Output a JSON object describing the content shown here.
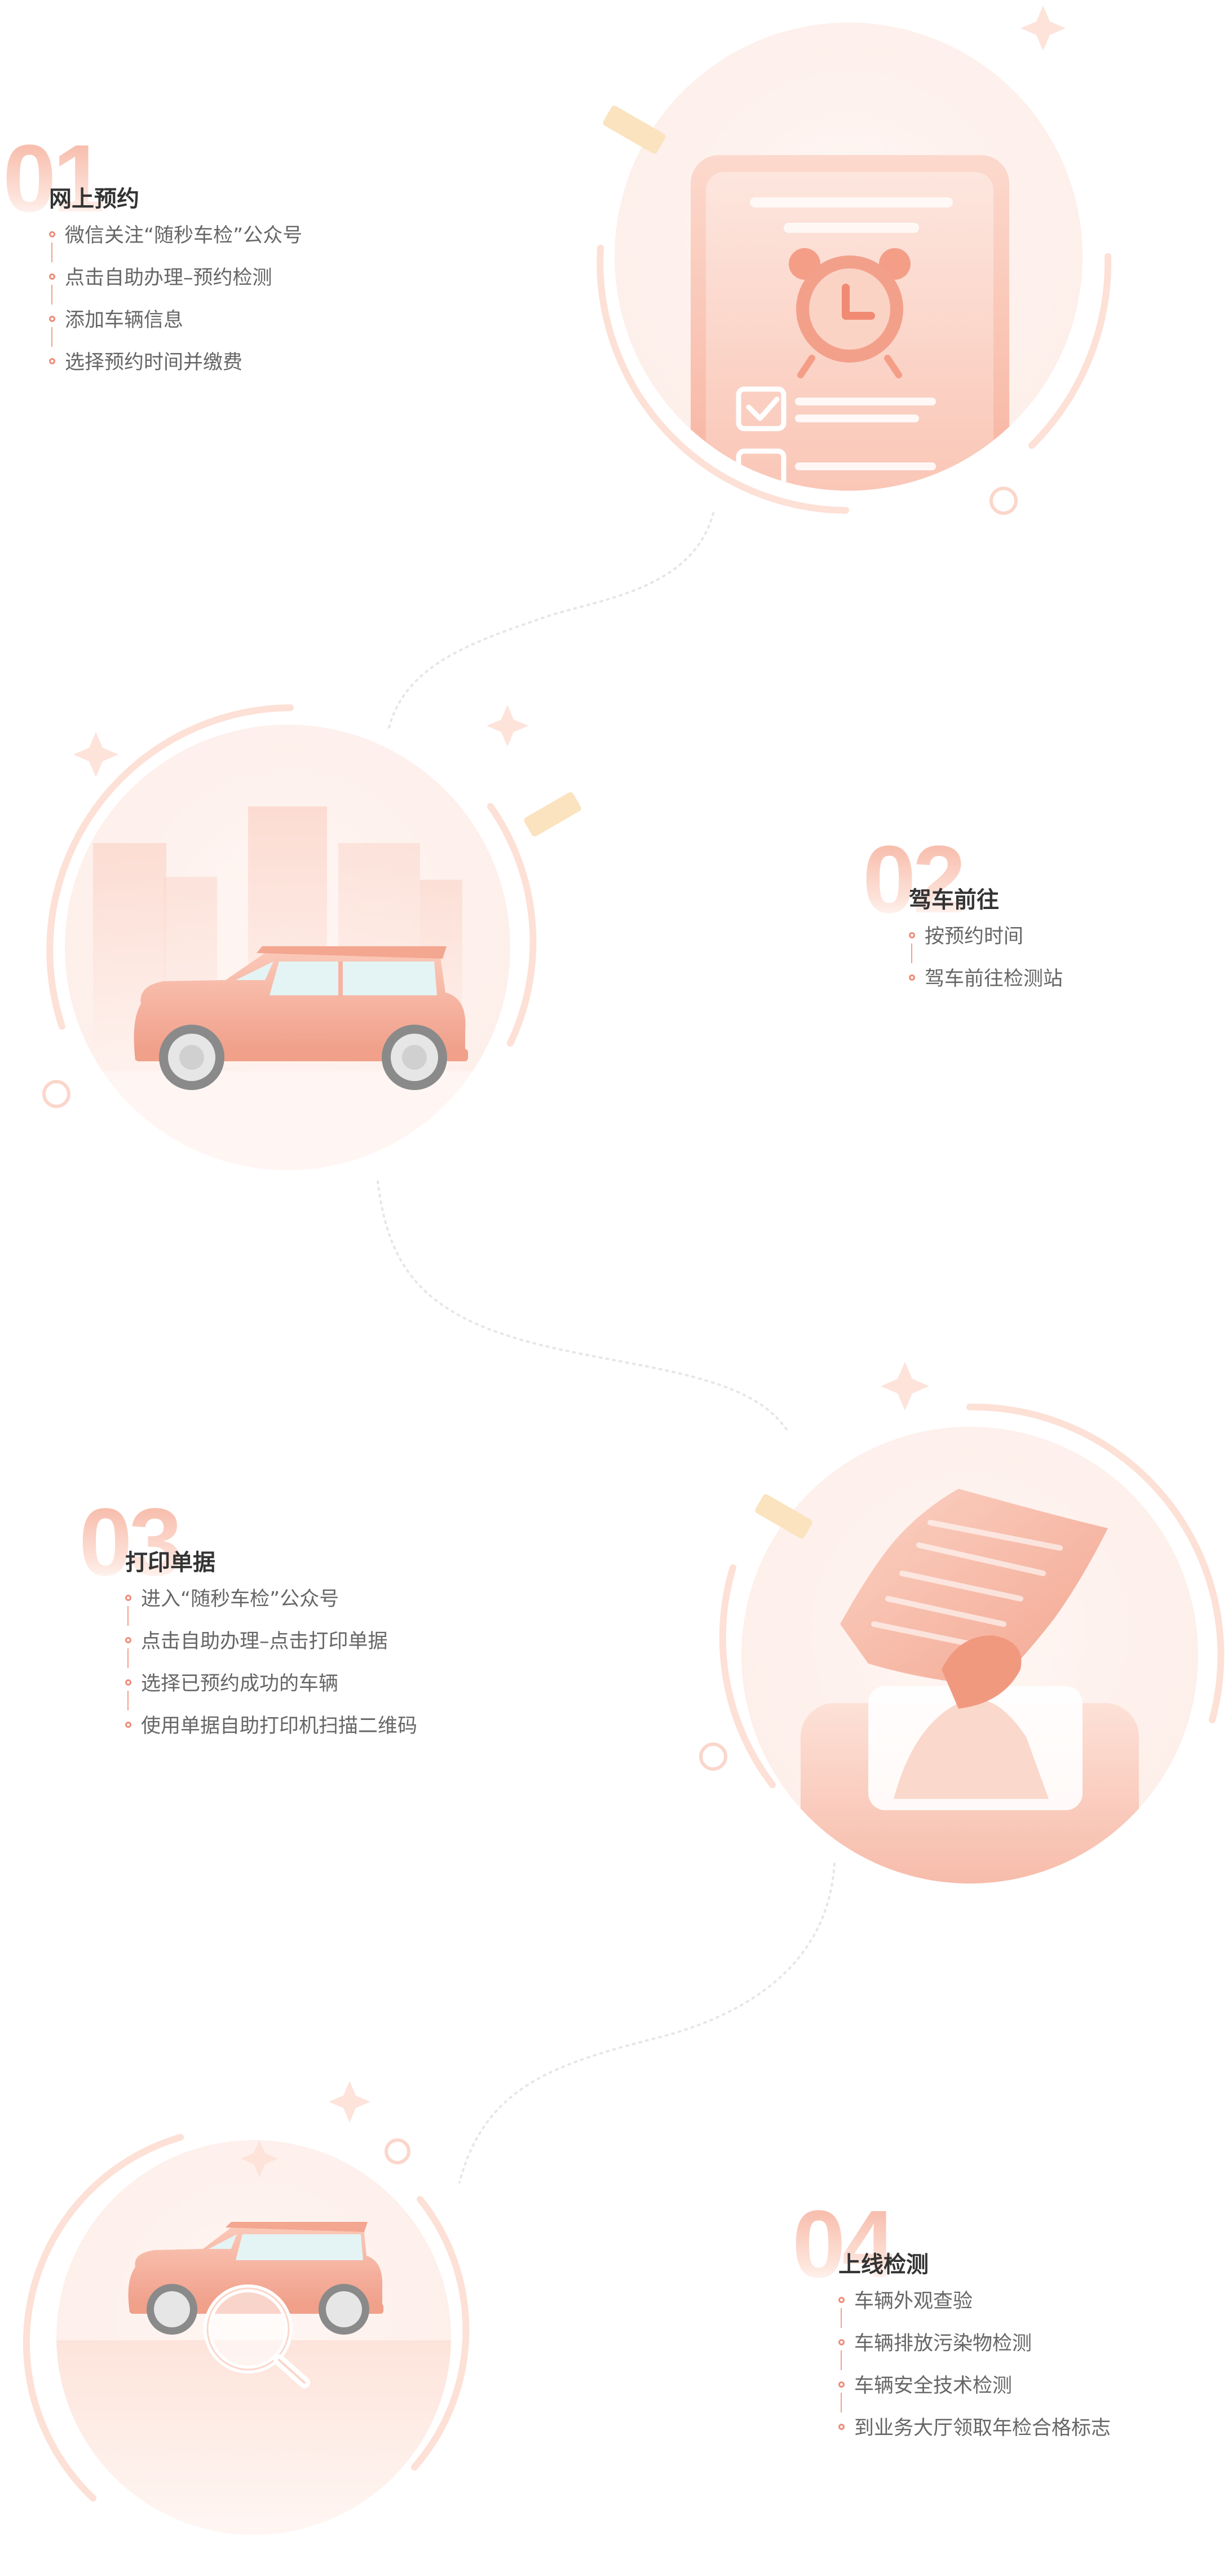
{
  "colors": {
    "accent": "#ee8c78",
    "number_gradient_top": "#f6b3a0",
    "title": "#333333",
    "item_text": "#666666",
    "illustration_soft": "#fdeee9",
    "deco_yellow": "#fbe3c0"
  },
  "steps": [
    {
      "number": "01",
      "title": "网上预约",
      "items": [
        "微信关注“随秒车检”公众号",
        "点击自助办理–预约检测",
        "添加车辆信息",
        "选择预约时间并缴费"
      ],
      "illustration": "phone-alarm-checklist-icon"
    },
    {
      "number": "02",
      "title": "驾车前往",
      "items": [
        "按预约时间",
        "驾车前往检测站"
      ],
      "illustration": "car-city-icon"
    },
    {
      "number": "03",
      "title": "打印单据",
      "items": [
        "进入“随秒车检”公众号",
        "点击自助办理–点击打印单据",
        "选择已预约成功的车辆",
        "使用单据自助打印机扫描二维码"
      ],
      "illustration": "printer-receipt-icon"
    },
    {
      "number": "04",
      "title": "上线检测",
      "items": [
        "车辆外观查验",
        "车辆排放污染物检测",
        "车辆安全技术检测",
        "到业务大厅领取年检合格标志"
      ],
      "illustration": "car-magnifier-icon"
    }
  ]
}
